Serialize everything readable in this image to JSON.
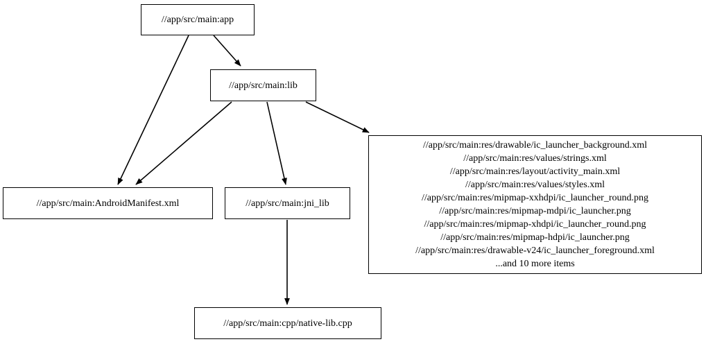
{
  "graph": {
    "type": "directed-dependency-graph",
    "background": "#ffffff",
    "line_color": "#000000",
    "nodes": [
      {
        "id": "app",
        "label": "//app/src/main:app"
      },
      {
        "id": "lib",
        "label": "//app/src/main:lib"
      },
      {
        "id": "manifest",
        "label": "//app/src/main:AndroidManifest.xml"
      },
      {
        "id": "jni",
        "label": "//app/src/main:jni_lib"
      },
      {
        "id": "res_group",
        "label": "//app/src/main:res/drawable/ic_launcher_background.xml\n//app/src/main:res/values/strings.xml\n//app/src/main:res/layout/activity_main.xml\n//app/src/main:res/values/styles.xml\n//app/src/main:res/mipmap-xxhdpi/ic_launcher_round.png\n//app/src/main:res/mipmap-mdpi/ic_launcher.png\n//app/src/main:res/mipmap-xhdpi/ic_launcher_round.png\n//app/src/main:res/mipmap-hdpi/ic_launcher.png\n//app/src/main:res/drawable-v24/ic_launcher_foreground.xml\n...and 10 more items",
        "lines": [
          "//app/src/main:res/drawable/ic_launcher_background.xml",
          "//app/src/main:res/values/strings.xml",
          "//app/src/main:res/layout/activity_main.xml",
          "//app/src/main:res/values/styles.xml",
          "//app/src/main:res/mipmap-xxhdpi/ic_launcher_round.png",
          "//app/src/main:res/mipmap-mdpi/ic_launcher.png",
          "//app/src/main:res/mipmap-xhdpi/ic_launcher_round.png",
          "//app/src/main:res/mipmap-hdpi/ic_launcher.png",
          "//app/src/main:res/drawable-v24/ic_launcher_foreground.xml",
          "...and 10 more items"
        ]
      },
      {
        "id": "cpp",
        "label": "//app/src/main:cpp/native-lib.cpp"
      }
    ],
    "edges": [
      {
        "from": "app",
        "to": "manifest"
      },
      {
        "from": "app",
        "to": "lib"
      },
      {
        "from": "lib",
        "to": "manifest"
      },
      {
        "from": "lib",
        "to": "jni"
      },
      {
        "from": "lib",
        "to": "res_group"
      },
      {
        "from": "jni",
        "to": "cpp"
      }
    ]
  }
}
